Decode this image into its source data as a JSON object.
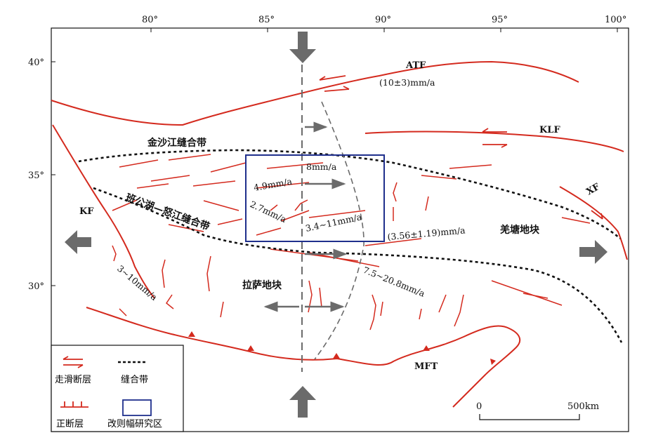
{
  "axes": {
    "lon_ticks": [
      "80°",
      "85°",
      "90°",
      "95°",
      "100°"
    ],
    "lat_ticks": [
      "40°",
      "35°",
      "30°"
    ]
  },
  "faults": {
    "atf": "ATF",
    "klf": "KLF",
    "kf": "KF",
    "xf": "XF",
    "mft": "MFT"
  },
  "sutures": {
    "jinsha": "金沙江缝合带",
    "bangong": "班公湖—怒江缝合带"
  },
  "blocks": {
    "qiangtang": "羌塘地块",
    "lhasa": "拉萨地块"
  },
  "rates": {
    "atf": "(10±3)mm/a",
    "klf_south": "(3.56±1.19)mm/a",
    "kf": "3~10mm/a",
    "box_top": "8mm/a",
    "box_left": "4.9mm/a",
    "box_left2": "2.7mm/a",
    "box_bottom": "3.4~11mm/a",
    "south": "7.5~20.8mm/a"
  },
  "scale_bar": {
    "start": "0",
    "end": "500km"
  },
  "legend": {
    "strike_slip": "走滑断层",
    "suture": "缝合带",
    "normal": "正断层",
    "study_area": "改则幅研究区"
  },
  "colors": {
    "fault": "#d42a1e",
    "suture": "#111111",
    "arrow": "#6b6b6b",
    "study_box": "#1f2f8c"
  }
}
